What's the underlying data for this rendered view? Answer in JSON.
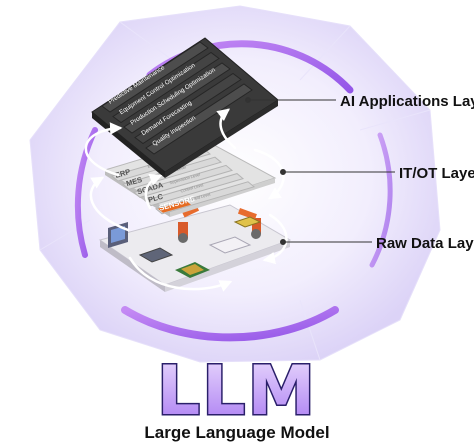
{
  "layers": {
    "ai": {
      "label": "AI Applications Layer",
      "items": [
        "Predictive Maintenance",
        "Equipment Control Optimization",
        "Production Scheduling Optimization",
        "Demand Forecasting",
        "Quality Inspection"
      ]
    },
    "itot": {
      "label": "IT/OT Layer",
      "tiers": [
        {
          "name": "ERP",
          "sub": "Enterprise Level"
        },
        {
          "name": "MES",
          "sub": "Operation Level"
        },
        {
          "name": "SCADA",
          "sub": "Supervision Level"
        },
        {
          "name": "PLC",
          "sub": "Control Level"
        },
        {
          "name": "SENSORS",
          "sub": "Field Level"
        }
      ]
    },
    "raw": {
      "label": "Raw Data Layer"
    }
  },
  "llm": {
    "logo_text": "LLM",
    "subtitle": "Large Language Model"
  },
  "colors": {
    "ring": "#b070ee",
    "ai_panel": "#3a3a3a",
    "itot_panel": "#e3e3e3",
    "sensors_tag": "#e56b22",
    "logo_fill": "#c9a6f6",
    "logo_stroke": "#2a1f6a"
  }
}
